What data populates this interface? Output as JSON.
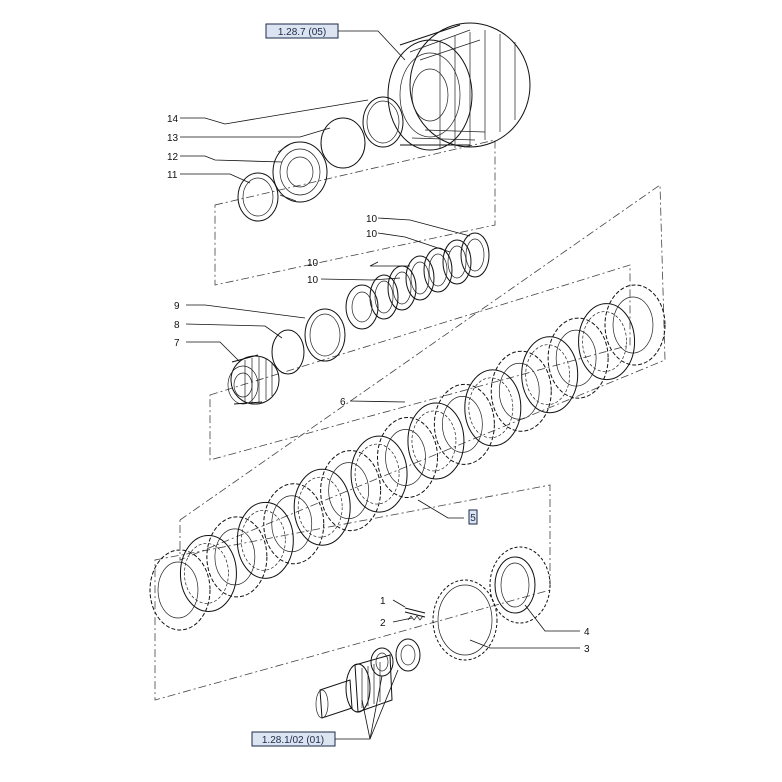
{
  "references": {
    "top": "1.28.7 (05)",
    "bottom": "1.28.1/02 (01)"
  },
  "callouts": [
    "14",
    "13",
    "12",
    "11",
    "10",
    "10",
    "10",
    "10",
    "9",
    "8",
    "7",
    "6",
    "5",
    "1",
    "2",
    "4",
    "3"
  ],
  "colors": {
    "ink": "#111111",
    "reference_box": "#dbe4f0",
    "highlight_box": "#1a2a4a"
  }
}
